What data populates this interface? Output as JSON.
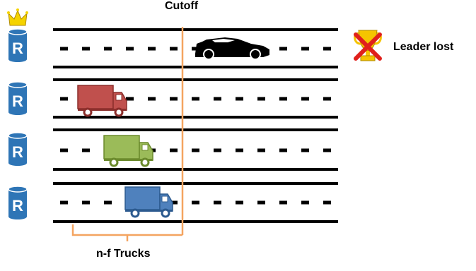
{
  "labels": {
    "cutoff": "Cutoff",
    "leader_lost": "Leader lost",
    "trucks": "n-f Trucks",
    "replica_letter": "R"
  },
  "lanes": [
    {
      "replica": "R",
      "crown": true,
      "vehicle": "car",
      "vehicle_color": "#000000"
    },
    {
      "replica": "R",
      "crown": false,
      "vehicle": "truck",
      "vehicle_color": "#c0504d"
    },
    {
      "replica": "R",
      "crown": false,
      "vehicle": "truck",
      "vehicle_color": "#9bbb59"
    },
    {
      "replica": "R",
      "crown": false,
      "vehicle": "truck",
      "vehicle_color": "#4f81bd"
    }
  ],
  "colors": {
    "cutoff_line": "#f4a460",
    "bracket": "#f4a460",
    "replica_fill": "#2e75b6",
    "crown": "#f5d300",
    "cross": "#e0201c",
    "trophy": "#f5c400"
  },
  "icons": {
    "crown": "crown-icon",
    "leader_lost": "trophy-crossed-icon",
    "replica": "database-icon"
  }
}
